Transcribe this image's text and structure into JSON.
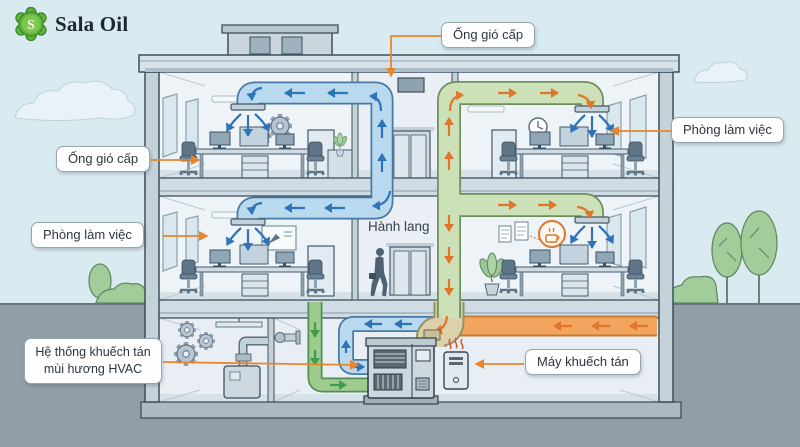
{
  "brand": {
    "name": "Sala Oil",
    "initial": "S"
  },
  "callouts": {
    "supply_duct_top": "Ống gió cấp",
    "supply_duct_left": "Ống gió cấp",
    "office_right": "Phòng làm việc",
    "office_left": "Phòng làm việc",
    "corridor": "Hành lang",
    "hvac_system": "Hệ thống khuếch tán mùi hương HVAC",
    "diffuser_machine": "Máy khuếch tán"
  },
  "colors": {
    "sky": "#d9eaf1",
    "ground": "#8f9ea8",
    "supply_duct": "#b9d9ee",
    "scent_duct": "#cde1b8",
    "intake_duct_tan": "#dbd2ab",
    "fresh_air_duct_orange": "#f2a55e",
    "arrow_blue": "#2f74b8",
    "arrow_orange": "#e0762a",
    "arrow_green": "#3f9e4d",
    "leader_line": "#e8862d",
    "brand_green": "#63b63c"
  }
}
